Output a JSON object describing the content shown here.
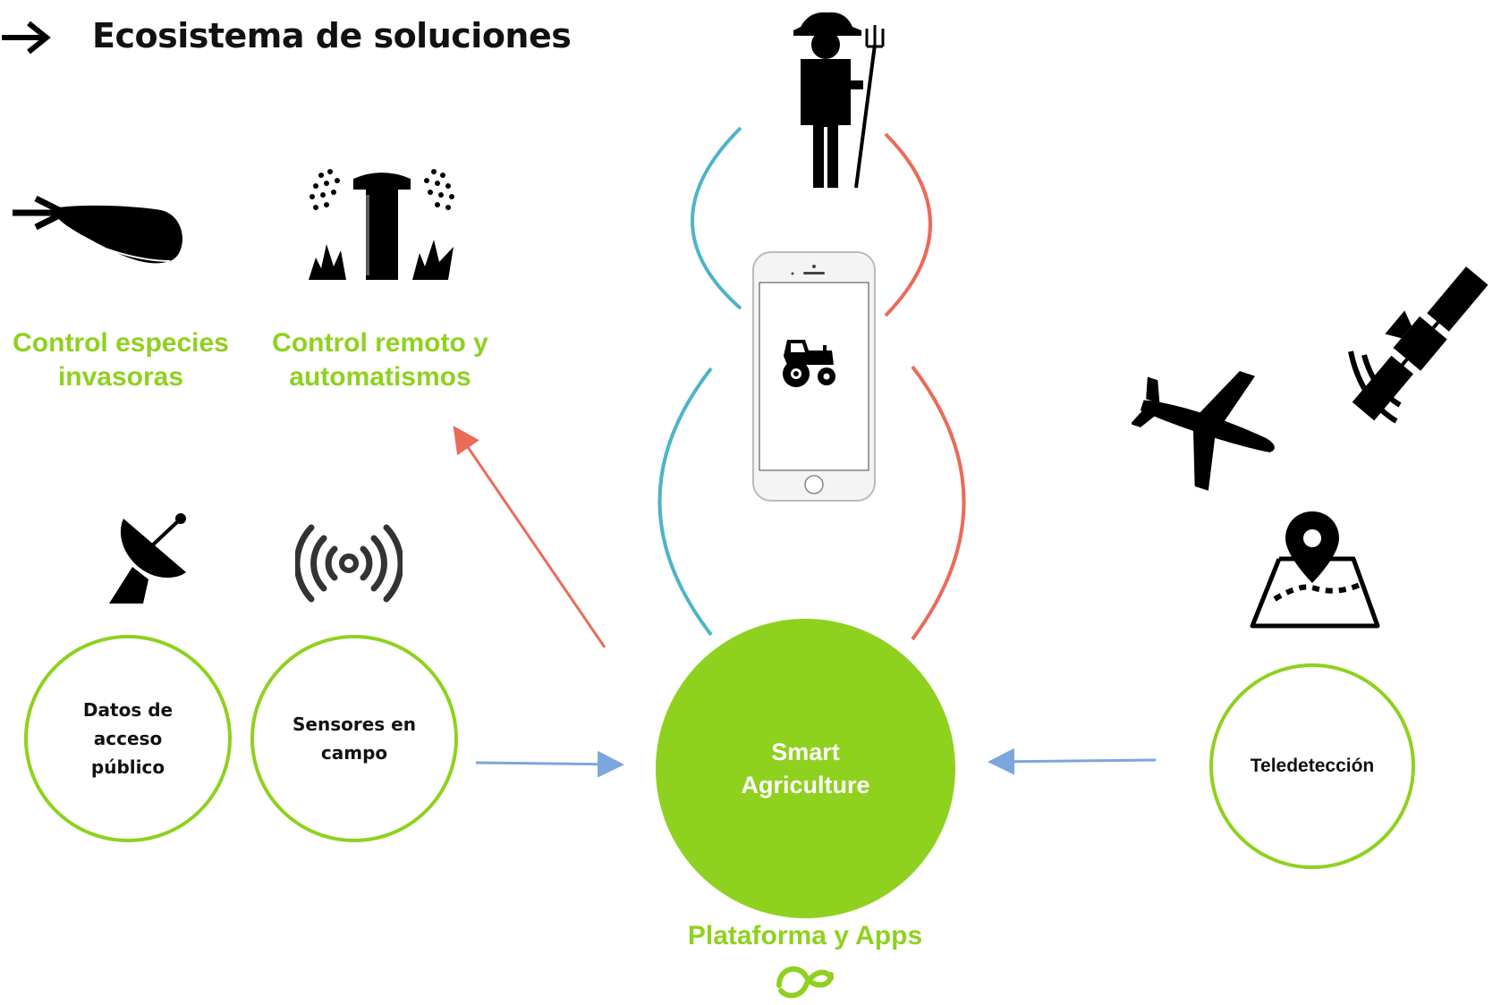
{
  "title": "Ecosistema de soluciones",
  "solutions": {
    "invasive_species": "Control especies invasoras",
    "remote_control": "Control remoto y automatismos"
  },
  "nodes": {
    "public_data": "Datos de acceso público",
    "field_sensors": "Sensores en campo",
    "remote_sensing": "Teledetección"
  },
  "hub": {
    "label": "Smart Agriculture"
  },
  "platform": {
    "label": "Plataforma y Apps"
  },
  "colors": {
    "accent_green": "#8fd11f",
    "arc_blue": "#4fb3c9",
    "arc_red": "#ea6b5a",
    "arrow_blue": "#7ea6de"
  },
  "icons": [
    "arrow-right-icon",
    "drone-icon",
    "sprinkler-icon",
    "satellite-dish-icon",
    "wireless-signal-icon",
    "farmer-icon",
    "smartphone-icon",
    "tractor-icon",
    "airplane-icon",
    "satellite-icon",
    "map-pin-icon",
    "company-logo-icon"
  ]
}
